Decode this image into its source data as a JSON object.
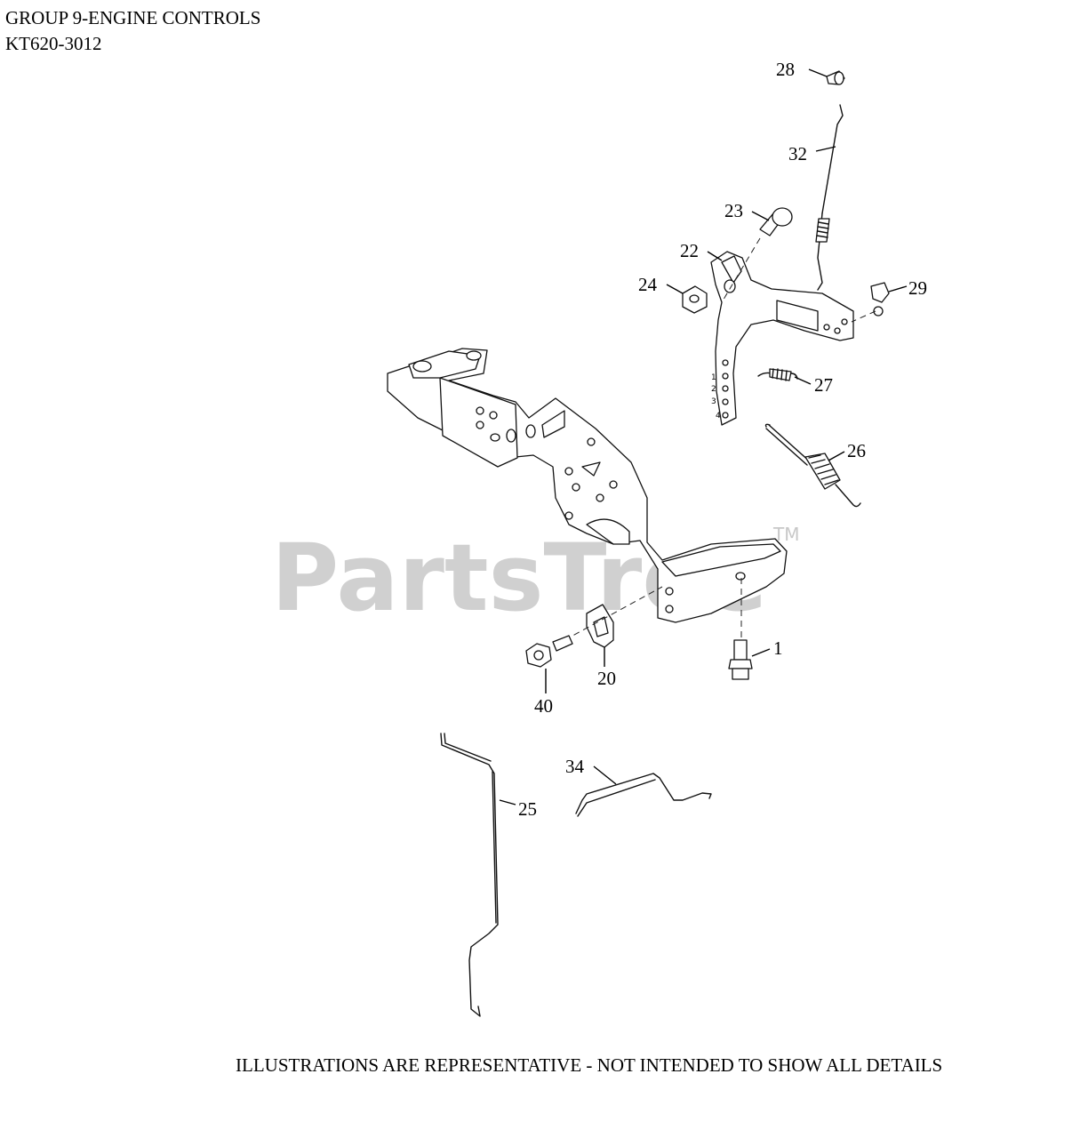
{
  "header": {
    "group_title": "GROUP 9-ENGINE CONTROLS",
    "model": "KT620-3012"
  },
  "footer": {
    "note": "ILLUSTRATIONS ARE REPRESENTATIVE - NOT INTENDED TO SHOW ALL DETAILS"
  },
  "watermark": {
    "brand": "PartsTree",
    "trademark": "TM"
  },
  "callouts": {
    "c1": "1",
    "c20": "20",
    "c22": "22",
    "c23": "23",
    "c24": "24",
    "c25": "25",
    "c26": "26",
    "c27": "27",
    "c28": "28",
    "c29": "29",
    "c32": "32",
    "c34": "34",
    "c40": "40"
  },
  "lever_markings": [
    "1",
    "2",
    "3",
    "4"
  ]
}
